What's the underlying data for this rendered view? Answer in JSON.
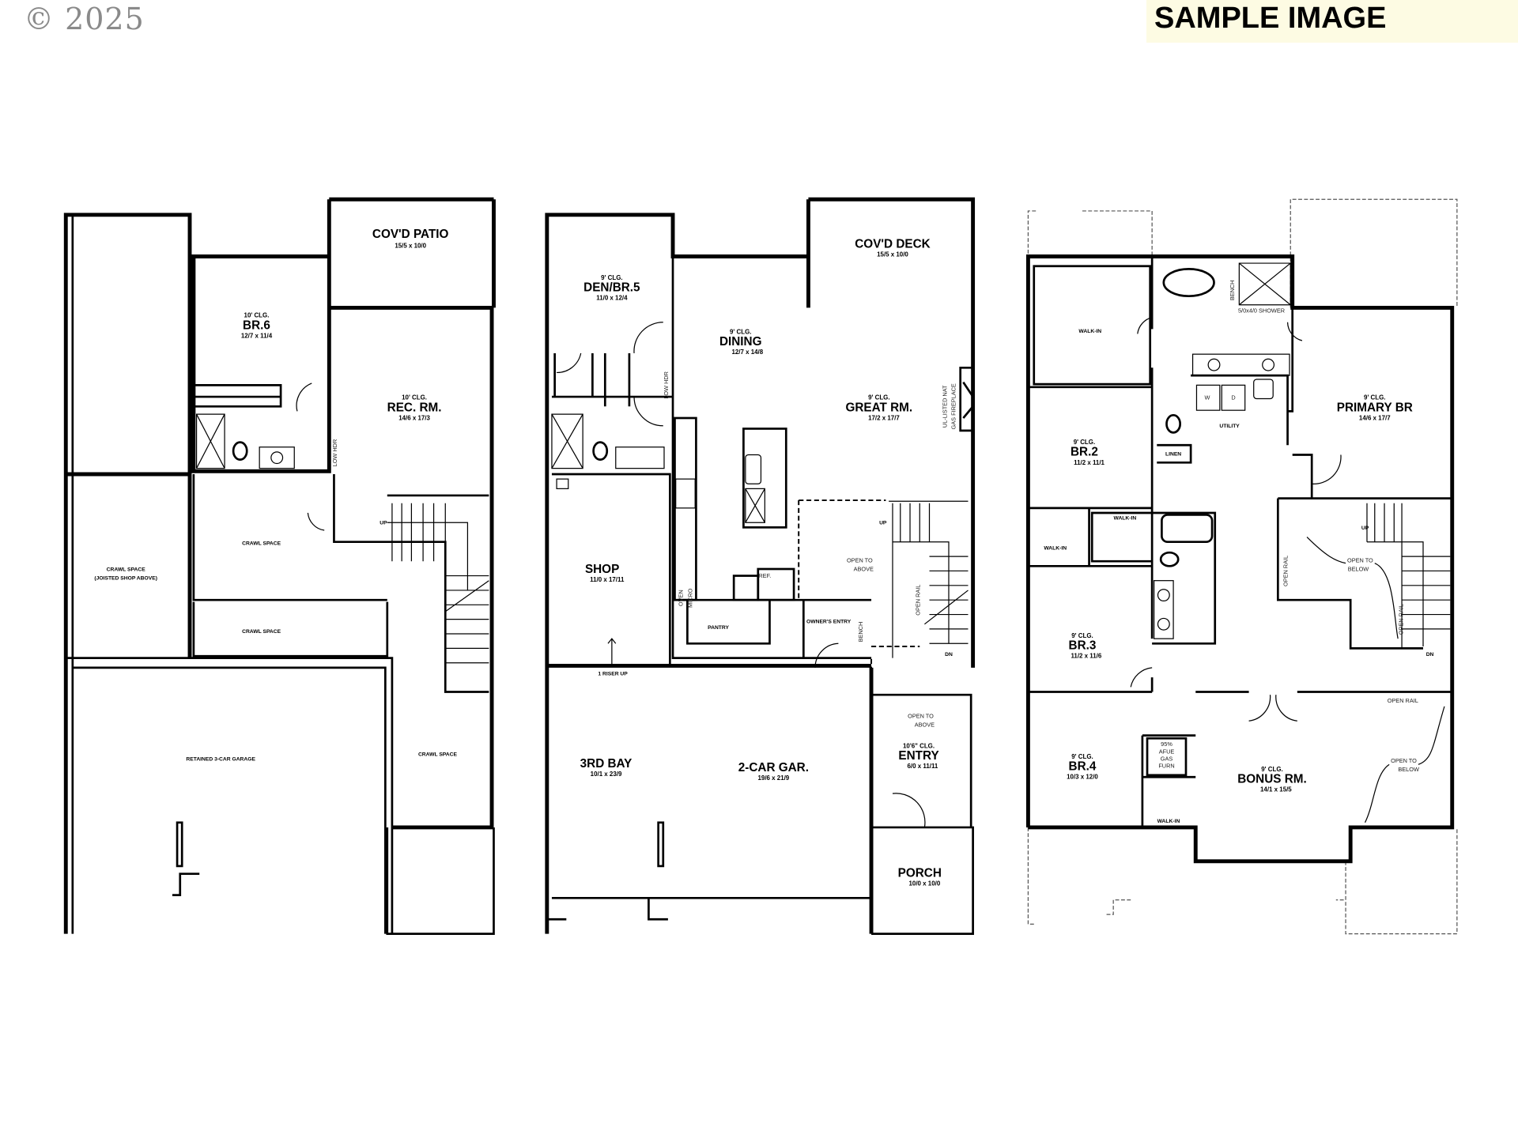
{
  "watermark": "© 2025",
  "sample_label": "SAMPLE IMAGE",
  "plans": [
    {
      "rooms": [
        {
          "name": "COV'D PATIO",
          "dims": "15/5 x 10/0"
        },
        {
          "name": "BR.6",
          "ceiling": "10' CLG.",
          "dims": "12/7 x 11/4"
        },
        {
          "name": "REC. RM.",
          "ceiling": "10' CLG.",
          "dims": "14/6 x 17/3"
        },
        {
          "name": "CRAWL SPACE"
        },
        {
          "name": "CRAWL SPACE",
          "note": "(JOISTED SHOP ABOVE)"
        },
        {
          "name": "CRAWL SPACE"
        },
        {
          "name": "RETAINED 3-CAR GARAGE"
        },
        {
          "name": "CRAWL SPACE"
        }
      ],
      "notes": {
        "low_hdr": "LOW HDR",
        "up": "UP"
      }
    },
    {
      "rooms": [
        {
          "name": "COV'D DECK",
          "dims": "15/5 x 10/0"
        },
        {
          "name": "DEN/BR.5",
          "ceiling": "9' CLG.",
          "dims": "11/0 x 12/4"
        },
        {
          "name": "DINING",
          "ceiling": "9' CLG.",
          "dims": "12/7 x 14/8"
        },
        {
          "name": "GREAT RM.",
          "ceiling": "9' CLG.",
          "dims": "17/2 x 17/7"
        },
        {
          "name": "SHOP",
          "dims": "11/0 x 17/11"
        },
        {
          "name": "PANTRY"
        },
        {
          "name": "OWNER'S ENTRY"
        },
        {
          "name": "3RD BAY",
          "dims": "10/1 x 23/9"
        },
        {
          "name": "2-CAR GAR.",
          "dims": "19/6 x 21/9"
        },
        {
          "name": "ENTRY",
          "ceiling": "10'6\" CLG.",
          "dims": "6/0 x 11/11"
        },
        {
          "name": "PORCH",
          "dims": "10/0 x 10/0"
        }
      ],
      "notes": {
        "low_hdr": "LOW HDR",
        "fireplace_1": "UL-LISTED NAT",
        "fireplace_2": "GAS FIREPLACE",
        "open_above_1": "OPEN TO",
        "open_above_2": "ABOVE",
        "riser": "1 RISER UP",
        "oven": "OVEN",
        "micro": "MICRO",
        "ref": "REF.",
        "bench": "BENCH",
        "open_rail": "OPEN RAIL",
        "up": "UP",
        "dn": "DN"
      }
    },
    {
      "rooms": [
        {
          "name": "WALK-IN"
        },
        {
          "name": "BR.2",
          "ceiling": "9' CLG.",
          "dims": "11/2 x 11/1"
        },
        {
          "name": "UTILITY"
        },
        {
          "name": "LINEN"
        },
        {
          "name": "PRIMARY BR",
          "ceiling": "9' CLG.",
          "dims": "14/6 x 17/7"
        },
        {
          "name": "WALK-IN"
        },
        {
          "name": "WALK-IN"
        },
        {
          "name": "BR.3",
          "ceiling": "9' CLG.",
          "dims": "11/2 x 11/6"
        },
        {
          "name": "BR.4",
          "ceiling": "9' CLG.",
          "dims": "10/3 x 12/0"
        },
        {
          "name": "BONUS RM.",
          "ceiling": "9' CLG.",
          "dims": "14/1 x 15/5"
        },
        {
          "name": "WALK-IN"
        }
      ],
      "notes": {
        "shower": "5/0x4/0 SHOWER",
        "bench": "BENCH",
        "washer": "W",
        "dryer": "D",
        "open_below_1": "OPEN TO",
        "open_below_2": "BELOW",
        "open_rail": "OPEN RAIL",
        "furnace_1": "95%",
        "furnace_2": "AFUE",
        "furnace_3": "GAS",
        "furnace_4": "FURN",
        "up": "UP",
        "dn": "DN"
      }
    }
  ]
}
